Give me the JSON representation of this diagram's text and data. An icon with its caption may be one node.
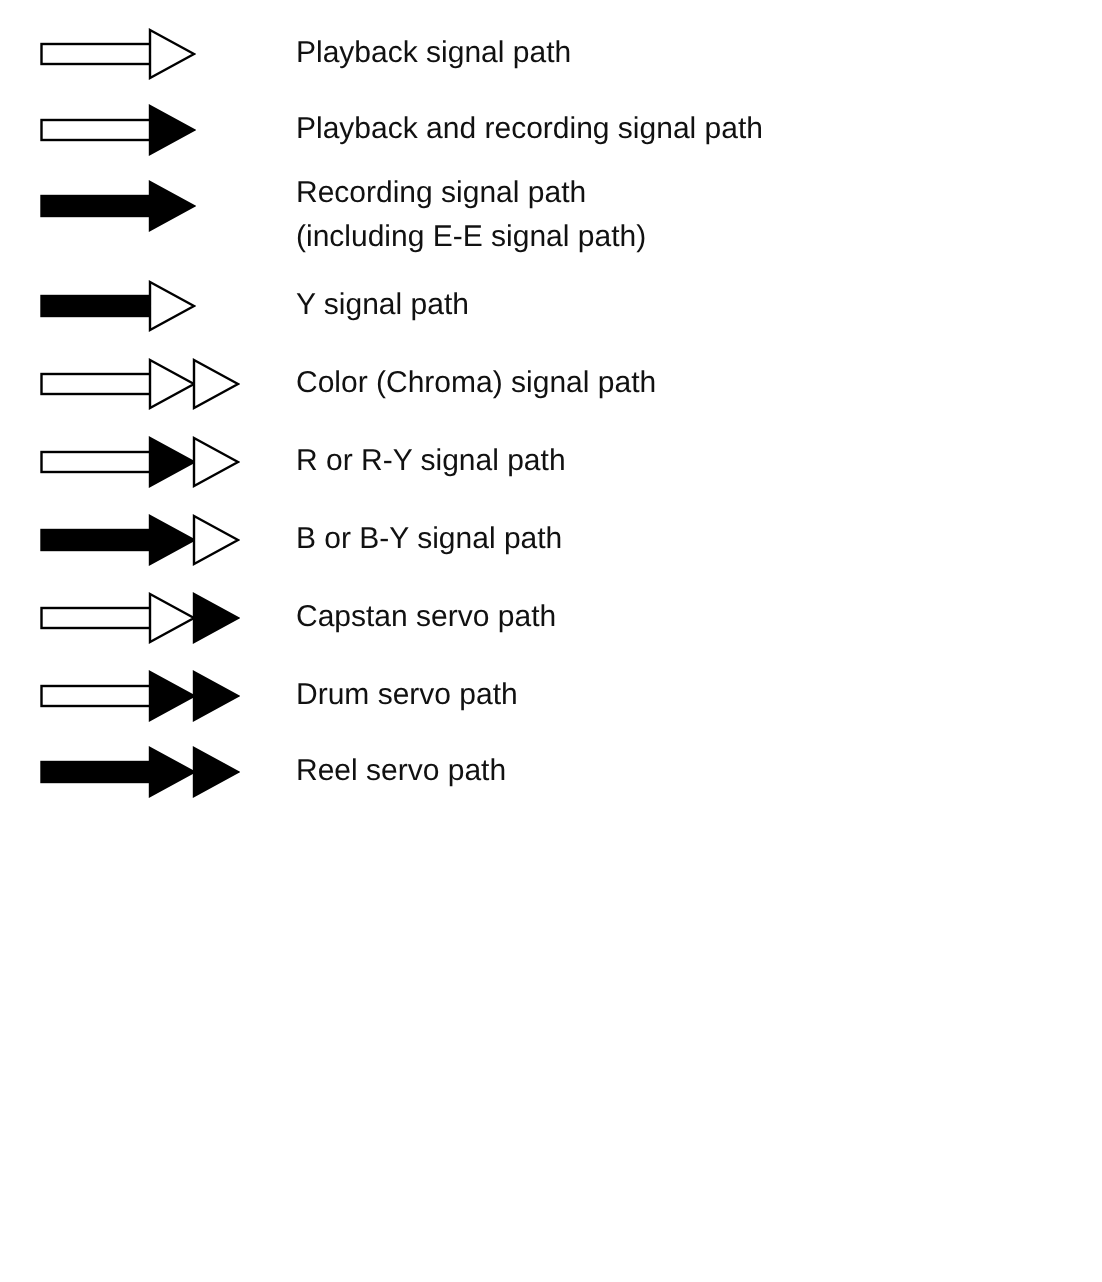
{
  "diagram": {
    "legend": [
      {
        "text": "Playback signal path"
      },
      {
        "text": "Playback and recording signal path"
      },
      {
        "text": "Recording signal path (including E-E signal path)"
      },
      {
        "text": "Y signal path"
      },
      {
        "text": "Color (Chroma) signal path"
      },
      {
        "text": "R or R-Y signal path"
      },
      {
        "text": "B or B-Y signal path"
      },
      {
        "text": "Capstan servo path"
      },
      {
        "text": "Drum servo path"
      },
      {
        "text": "Reel servo path"
      }
    ]
  }
}
